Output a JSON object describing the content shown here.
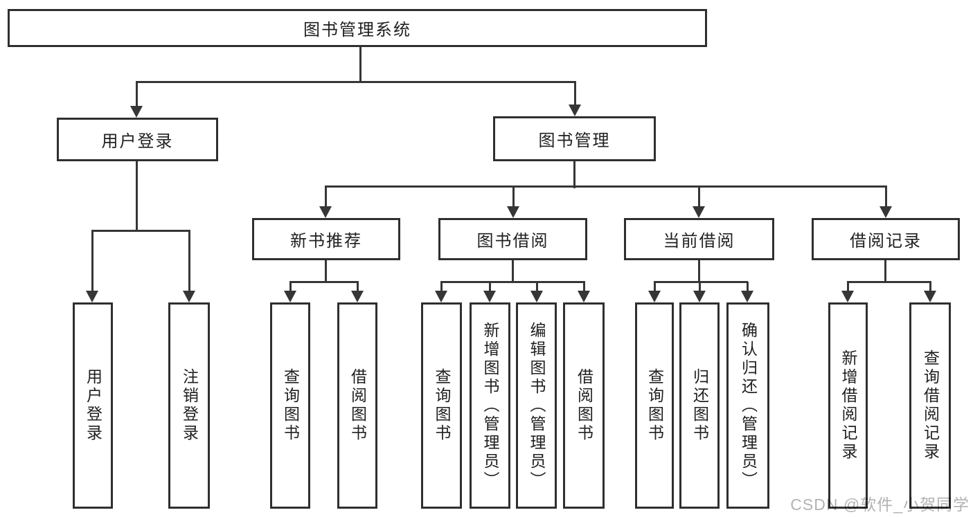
{
  "hierarchy": {
    "label": "图书管理系统",
    "children": [
      {
        "label": "用户登录",
        "children": [
          {
            "label": "用户登录"
          },
          {
            "label": "注销登录"
          }
        ]
      },
      {
        "label": "图书管理",
        "children": [
          {
            "label": "新书推荐",
            "children": [
              {
                "label": "查询图书"
              },
              {
                "label": "借阅图书"
              }
            ]
          },
          {
            "label": "图书借阅",
            "children": [
              {
                "label": "查询图书"
              },
              {
                "label": "新增图书（管理员）"
              },
              {
                "label": "编辑图书（管理员）"
              },
              {
                "label": "借阅图书"
              }
            ]
          },
          {
            "label": "当前借阅",
            "children": [
              {
                "label": "查询图书"
              },
              {
                "label": "归还图书"
              },
              {
                "label": "确认归还（管理员）"
              }
            ]
          },
          {
            "label": "借阅记录",
            "children": [
              {
                "label": "新增借阅记录"
              },
              {
                "label": "查询借阅记录"
              }
            ]
          }
        ]
      }
    ]
  },
  "watermark": "CSDN @软件_小贺同学",
  "colors": {
    "background": "#ffffff",
    "box_fill": "#ffffff",
    "box_border": "#2f2f2f",
    "line": "#363636",
    "text": "#1f1f1f",
    "watermark": "#b3b3b3"
  }
}
